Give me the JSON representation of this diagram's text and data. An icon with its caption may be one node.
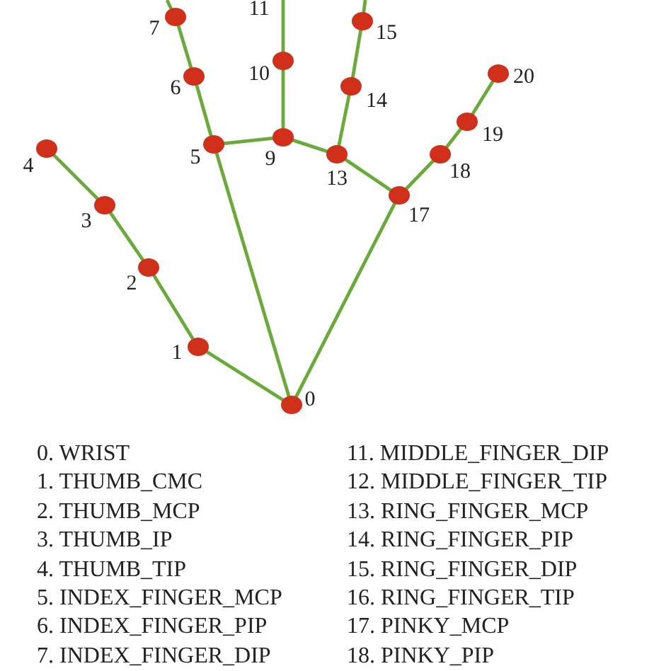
{
  "diagram": {
    "nodes": [
      {
        "text": [],
        "shape": "circle",
        "beside": [
          "0"
        ]
      },
      {
        "text": [],
        "shape": "circle",
        "beside": [
          "1"
        ]
      },
      {
        "text": [],
        "shape": "circle",
        "beside": [
          "2"
        ]
      },
      {
        "text": [],
        "shape": "circle",
        "beside": [
          "3"
        ]
      },
      {
        "text": [],
        "shape": "circle",
        "beside": [
          "4"
        ]
      },
      {
        "text": [],
        "shape": "circle",
        "beside": [
          "5"
        ]
      },
      {
        "text": [],
        "shape": "circle",
        "beside": [
          "6"
        ]
      },
      {
        "text": [],
        "shape": "circle",
        "beside": [
          "7"
        ]
      },
      {
        "text": [],
        "shape": "circle",
        "beside": [
          "9"
        ]
      },
      {
        "text": [],
        "shape": "circle",
        "beside": [
          "10"
        ]
      },
      {
        "text": [],
        "shape": "circle",
        "beside": [
          "13"
        ]
      },
      {
        "text": [],
        "shape": "circle",
        "beside": [
          "14"
        ]
      },
      {
        "text": [],
        "shape": "circle",
        "beside": [
          "15"
        ]
      },
      {
        "text": [],
        "shape": "circle",
        "beside": [
          "17"
        ]
      },
      {
        "text": [],
        "shape": "circle",
        "beside": [
          "18"
        ]
      },
      {
        "text": [],
        "shape": "circle",
        "beside": [
          "19"
        ]
      },
      {
        "text": [],
        "shape": "circle",
        "beside": [
          "20"
        ]
      }
    ],
    "edges": [
      {
        "from": 0,
        "to": 1,
        "arrow": "none"
      },
      {
        "from": 1,
        "to": 2,
        "arrow": "none"
      },
      {
        "from": 2,
        "to": 3,
        "arrow": "none"
      },
      {
        "from": 3,
        "to": 4,
        "arrow": "none"
      },
      {
        "from": 0,
        "to": 5,
        "arrow": "none"
      },
      {
        "from": 5,
        "to": 6,
        "arrow": "none"
      },
      {
        "from": 6,
        "to": 7,
        "arrow": "none"
      },
      {
        "from": 7,
        "to": null,
        "arrow": "none"
      },
      {
        "from": 5,
        "to": 8,
        "arrow": "none"
      },
      {
        "from": 8,
        "to": 9,
        "arrow": "none"
      },
      {
        "from": 9,
        "to": null,
        "arrow": "none"
      },
      {
        "from": 8,
        "to": 10,
        "arrow": "none"
      },
      {
        "from": 10,
        "to": 11,
        "arrow": "none"
      },
      {
        "from": 11,
        "to": 12,
        "arrow": "none"
      },
      {
        "from": 12,
        "to": null,
        "arrow": "none"
      },
      {
        "from": 10,
        "to": 13,
        "arrow": "none"
      },
      {
        "from": 13,
        "to": 14,
        "arrow": "none"
      },
      {
        "from": 14,
        "to": 15,
        "arrow": "none"
      },
      {
        "from": 15,
        "to": 16,
        "arrow": "none"
      },
      {
        "from": 0,
        "to": 13,
        "arrow": "none"
      }
    ],
    "labels": [
      "11",
      "0. WRIST",
      "1. THUMB_CMC",
      "2. THUMB_MCP",
      "3. THUMB_IP",
      "4. THUMB_TIP",
      "5. INDEX_FINGER_MCP",
      "6. INDEX_FINGER_PIP",
      "7. INDEX_FINGER_DIP",
      "11. MIDDLE_FINGER_DIP",
      "12. MIDDLE_FINGER_TIP",
      "13. RING_FINGER_MCP",
      "14. RING_FINGER_PIP",
      "15. RING_FINGER_DIP",
      "16. RING_FINGER_TIP",
      "17. PINKY_MCP",
      "18. PINKY_PIP"
    ]
  }
}
